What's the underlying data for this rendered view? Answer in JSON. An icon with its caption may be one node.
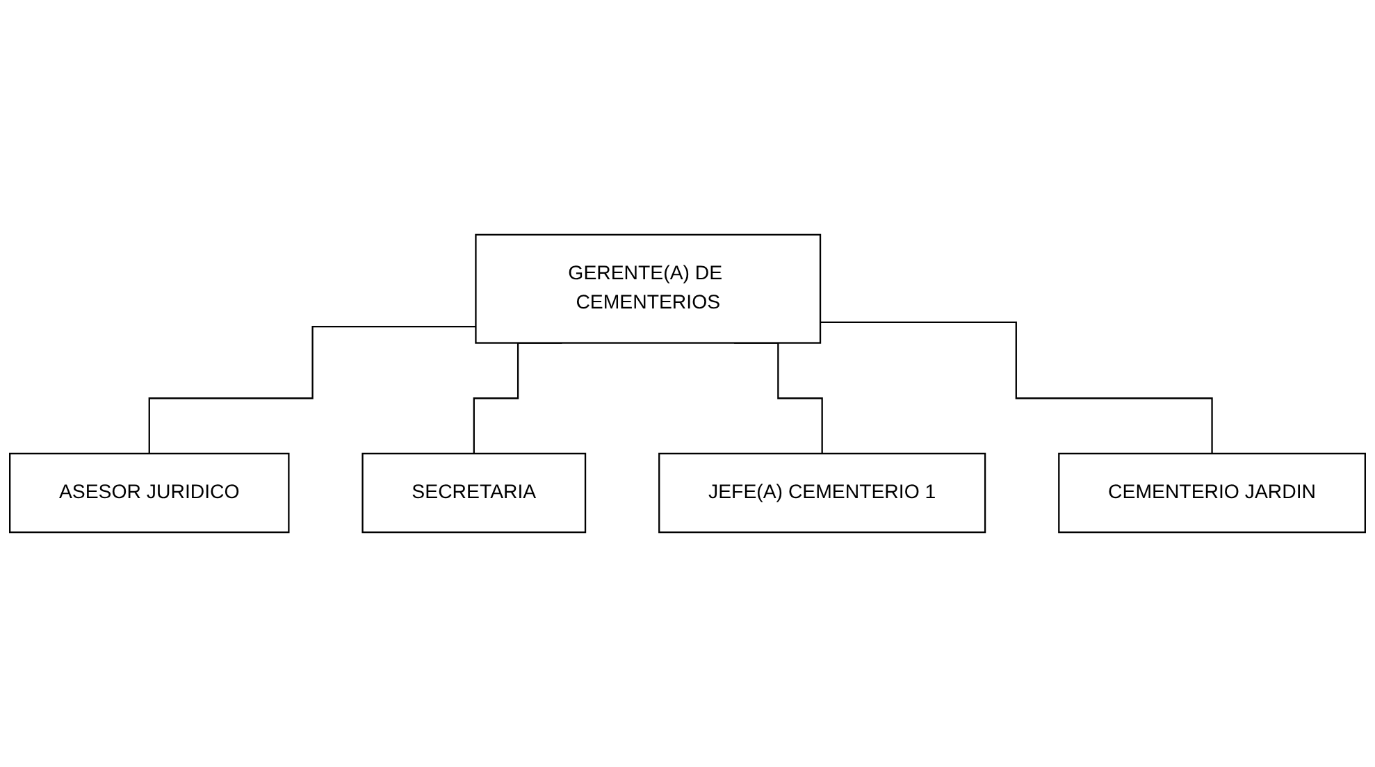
{
  "diagram": {
    "nodes": [
      {
        "text": [
          "GERENTE(A) DE CEMENTERIOS"
        ]
      },
      {
        "text": [
          "ASESOR JURIDICO"
        ]
      },
      {
        "text": [
          "SECRETARIA"
        ]
      },
      {
        "text": [
          "JEFE(A) CEMENTERIO 1"
        ]
      },
      {
        "text": [
          "CEMENTERIO JARDIN"
        ]
      }
    ],
    "edges": [
      {
        "from": 0,
        "to": 1,
        "arrow": "none"
      },
      {
        "from": 0,
        "to": 2,
        "arrow": "none"
      },
      {
        "from": 0,
        "to": 3,
        "arrow": "none"
      },
      {
        "from": 0,
        "to": 4,
        "arrow": "none"
      }
    ]
  }
}
